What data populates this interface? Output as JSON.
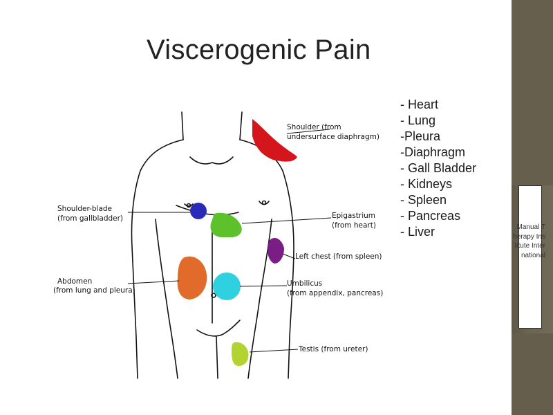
{
  "slide": {
    "title": "Viscerogenic Pain"
  },
  "figure": {
    "labels": {
      "shoulder_line1": "Shoulder (from",
      "shoulder_line2": "undersurface diaphragm)",
      "shoulder_blade_line1": "Shoulder-blade",
      "shoulder_blade_line2": "(from gallbladder)",
      "epigastrium_line1": "Epigastrium",
      "epigastrium_line2": "(from heart)",
      "left_chest": "Left chest (from spleen)",
      "abdomen_line1": "Abdomen",
      "abdomen_line2": "(from lung and pleura)",
      "umbilicus_line1": "Umbilicus",
      "umbilicus_line2": "(from appendix, pancreas)",
      "testis": "Testis (from ureter)"
    },
    "colors": {
      "shoulder": "#d4161c",
      "shoulder_blade": "#2a2ab8",
      "epigastrium": "#5cc12b",
      "left_chest": "#7a1e86",
      "abdomen": "#e06b2a",
      "umbilicus": "#2fd0e0",
      "testis": "#b3d330"
    }
  },
  "organs": [
    "- Heart",
    "- Lung",
    "-Pleura",
    "-Diaphragm",
    "- Gall Bladder",
    "- Kidneys",
    "- Spleen",
    "- Pancreas",
    "- Liver"
  ],
  "sidebar": {
    "logo_text": "Manual Therapy Institute International",
    "colors": {
      "band": "#6b6453",
      "logo_bg": "#ffffff"
    }
  }
}
